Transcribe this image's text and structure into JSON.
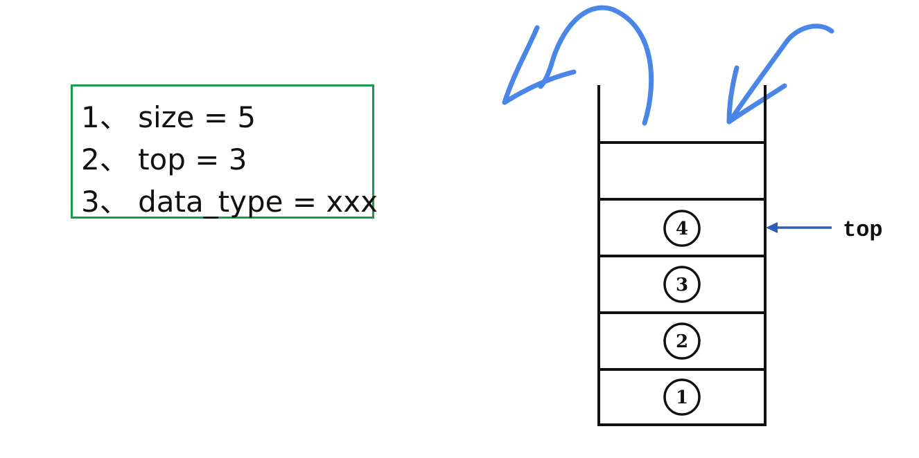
{
  "info_box": {
    "lines": [
      "1、 size = 5",
      "2、 top = 3",
      "3、 data_type = xxx"
    ]
  },
  "stack": {
    "slots_top_to_bottom": [
      "",
      "4",
      "3",
      "2",
      "1"
    ],
    "top_pointer_label": "top"
  },
  "colors": {
    "info_border": "#1a9a4b",
    "pointer_arrow": "#2f5fb8",
    "hand_arrows": "#4a86e8",
    "stack_lines": "#111111"
  }
}
